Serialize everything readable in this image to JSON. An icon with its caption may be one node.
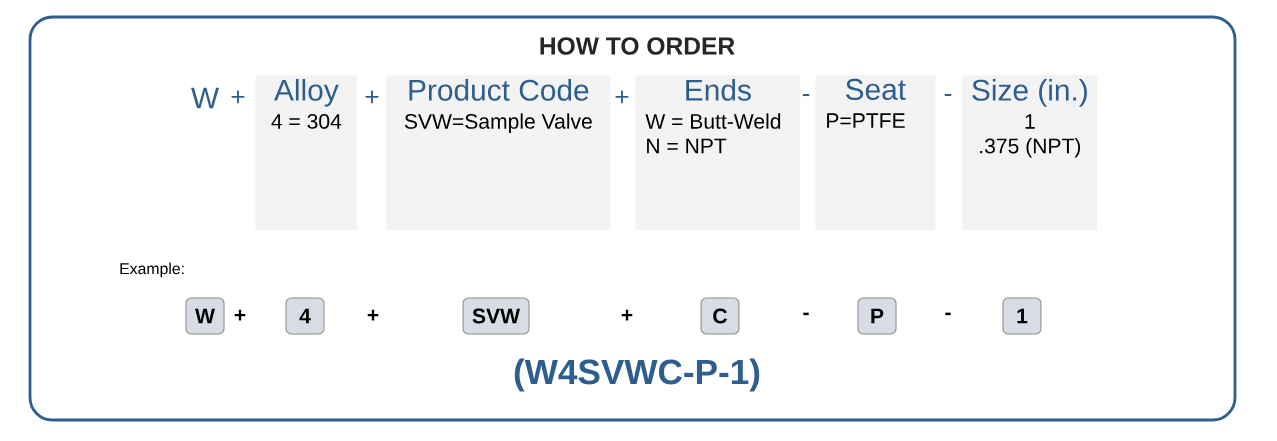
{
  "diagram": {
    "title": "HOW TO ORDER",
    "nodes": [
      {
        "text": [
          "Alloy",
          "4 = 304"
        ]
      },
      {
        "text": [
          "Product Code",
          "SVW=Sample Valve"
        ]
      },
      {
        "text": [
          "Ends",
          "W = Butt-Weld",
          "N = NPT"
        ]
      },
      {
        "text": [
          "Seat",
          "P=PTFE"
        ]
      },
      {
        "text": [
          "Size (in.)",
          "1",
          ".375 (NPT)"
        ]
      },
      {
        "text": [
          "W"
        ]
      },
      {
        "text": [
          "4"
        ]
      },
      {
        "text": [
          "SVW"
        ]
      },
      {
        "text": [
          "C"
        ]
      },
      {
        "text": [
          "P"
        ]
      },
      {
        "text": [
          "1"
        ]
      }
    ],
    "labels": [
      "W",
      "+",
      "+",
      "+",
      "-",
      "-",
      "Example:",
      "+",
      "+",
      "+",
      "-",
      "-",
      "(W4SVWC-P-1)"
    ]
  }
}
